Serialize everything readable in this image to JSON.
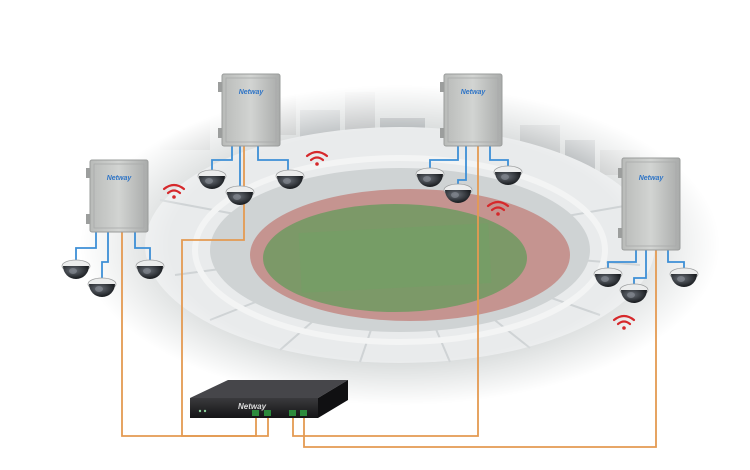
{
  "diagram": {
    "brand_name": "Netway",
    "enclosure_count": 4,
    "cameras_per_enclosure": 3,
    "colors": {
      "data_cable": "#3d8fd6",
      "fiber_cable": "#e49a52",
      "wifi_signal": "#d6282b",
      "enclosure_body": "#c3c5c3",
      "switch_body": "#232325",
      "camera_dome": "#2c3036",
      "camera_housing": "#e9eaea",
      "pitch_green": "#6e9a62",
      "track_red": "#c0726c"
    },
    "icons": [
      "outdoor-enclosure-icon",
      "dome-camera-icon",
      "wifi-signal-icon",
      "network-switch-icon",
      "stadium-photo"
    ]
  }
}
